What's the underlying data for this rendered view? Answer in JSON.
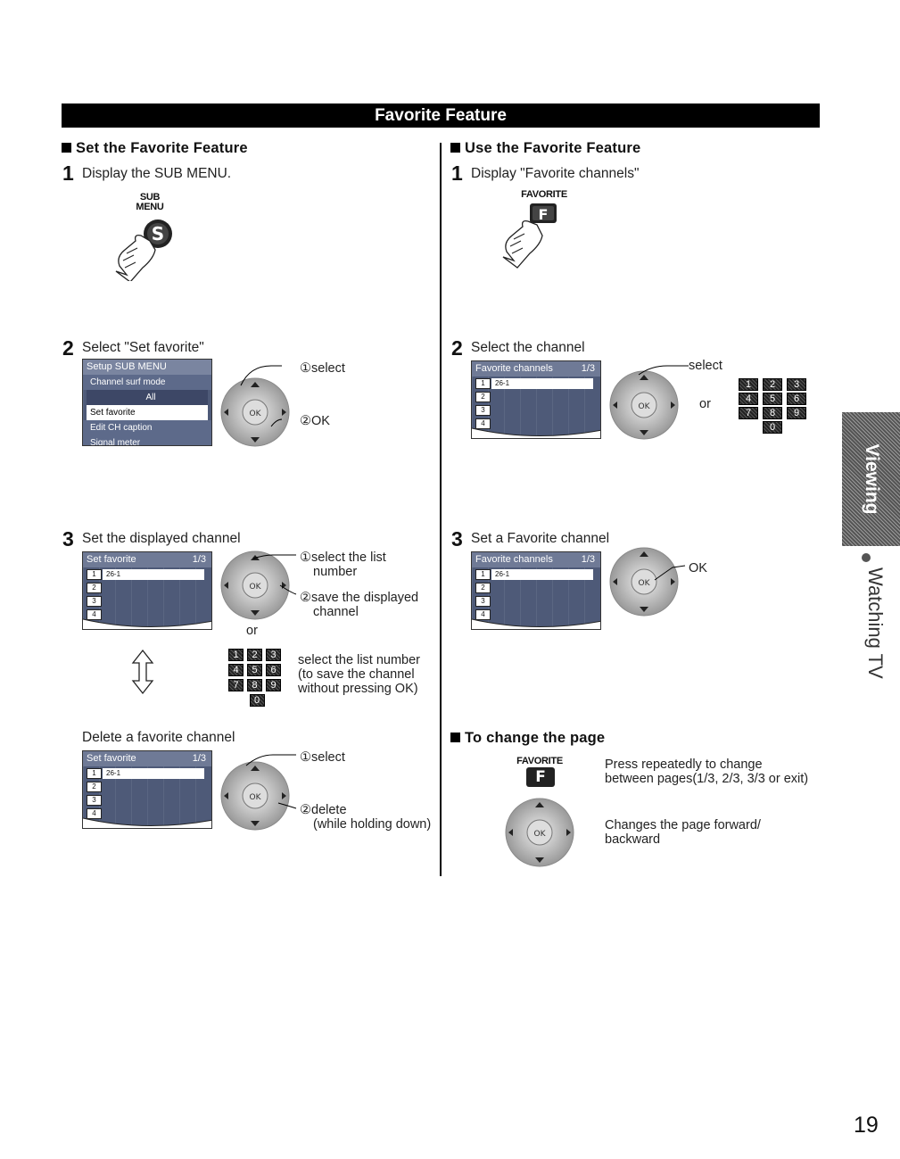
{
  "banner_title": "Favorite Feature",
  "left": {
    "heading": "Set the Favorite Feature",
    "step1": {
      "num": "1",
      "text": "Display the SUB MENU.",
      "key_label_1": "SUB",
      "key_label_2": "MENU",
      "key_glyph": "S"
    },
    "step2": {
      "num": "2",
      "text": "Select \"Set favorite\"",
      "screen_title": "Setup SUB MENU",
      "menu_items": [
        "Channel surf mode",
        "All",
        "Set favorite",
        "Edit CH caption",
        "Signal meter"
      ],
      "label_select": "①select",
      "label_ok": "②OK"
    },
    "step3": {
      "num": "3",
      "text": "Set the displayed channel",
      "screen_title": "Set favorite",
      "screen_page": "1/3",
      "rows": [
        {
          "n": "1",
          "v": "26-1"
        },
        {
          "n": "2",
          "v": ""
        },
        {
          "n": "3",
          "v": ""
        },
        {
          "n": "4",
          "v": ""
        }
      ],
      "label_select_1": "①select the list",
      "label_select_2": "number",
      "label_save_1": "②save the displayed",
      "label_save_2": "channel",
      "or": "or",
      "num_note_1": "select the list number",
      "num_note_2": "(to save the channel",
      "num_note_3": "without pressing OK)"
    },
    "delete": {
      "text": "Delete a favorite channel",
      "screen_title": "Set favorite",
      "screen_page": "1/3",
      "rows": [
        {
          "n": "1",
          "v": "26-1"
        },
        {
          "n": "2",
          "v": ""
        },
        {
          "n": "3",
          "v": ""
        },
        {
          "n": "4",
          "v": ""
        }
      ],
      "label_select": "①select",
      "label_delete": "②delete",
      "label_hold": "(while holding down)"
    }
  },
  "right": {
    "heading": "Use the Favorite Feature",
    "step1": {
      "num": "1",
      "text": "Display \"Favorite channels\"",
      "key_label": "FAVORITE",
      "key_glyph": "F"
    },
    "step2": {
      "num": "2",
      "text": "Select the channel",
      "screen_title": "Favorite channels",
      "screen_page": "1/3",
      "rows": [
        {
          "n": "1",
          "v": "26-1"
        },
        {
          "n": "2",
          "v": ""
        },
        {
          "n": "3",
          "v": ""
        },
        {
          "n": "4",
          "v": ""
        }
      ],
      "label_select": "select",
      "or": "or"
    },
    "step3": {
      "num": "3",
      "text": "Set a Favorite channel",
      "screen_title": "Favorite channels",
      "screen_page": "1/3",
      "rows": [
        {
          "n": "1",
          "v": "26-1"
        },
        {
          "n": "2",
          "v": ""
        },
        {
          "n": "3",
          "v": ""
        },
        {
          "n": "4",
          "v": ""
        }
      ],
      "label_ok": "OK"
    },
    "change_page": {
      "heading": "To change the page",
      "key_label": "FAVORITE",
      "key_glyph": "F",
      "note1_1": "Press repeatedly to change",
      "note1_2": "between pages(1/3, 2/3, 3/3 or exit)",
      "note2_1": "Changes the page forward/",
      "note2_2": "backward"
    }
  },
  "number_keys": [
    "1",
    "2",
    "3",
    "4",
    "5",
    "6",
    "7",
    "8",
    "9",
    "0"
  ],
  "dpad_center": "OK",
  "side_tab": "Viewing",
  "side_sub": "Watching TV",
  "page_number": "19"
}
